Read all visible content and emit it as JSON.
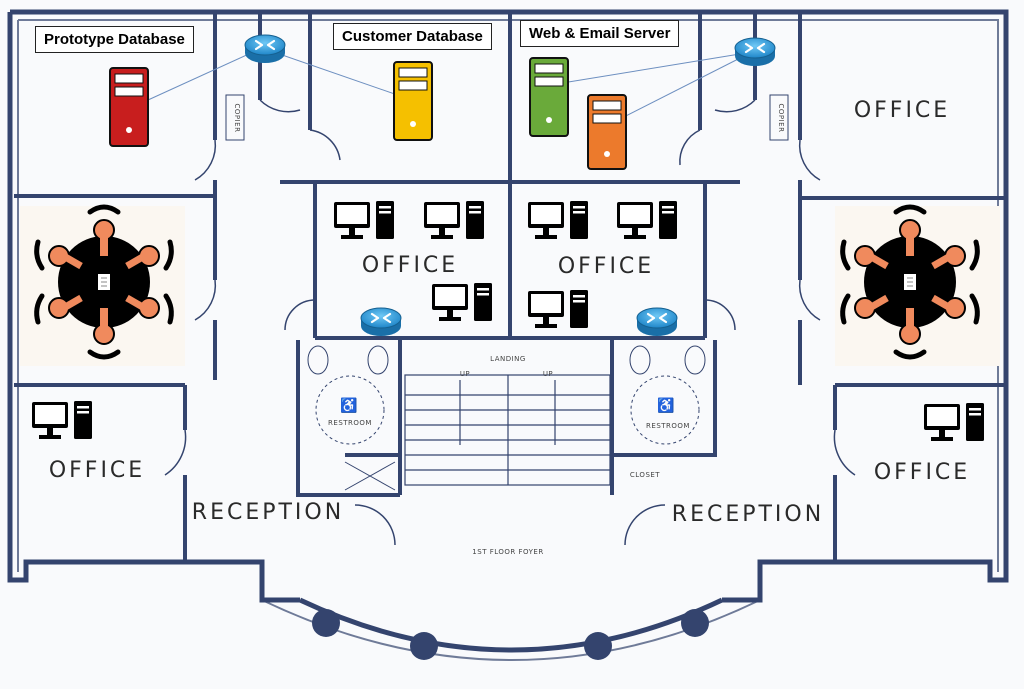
{
  "labels": {
    "prototype_db": "Prototype Database",
    "customer_db": "Customer Database",
    "web_email": "Web & Email Server"
  },
  "rooms": {
    "office_top_right": "OFFICE",
    "office_center_left": "OFFICE",
    "office_center_right": "OFFICE",
    "office_left": "OFFICE",
    "office_right": "OFFICE",
    "reception_left": "RECEPTION",
    "reception_right": "RECEPTION"
  },
  "plan_text": {
    "landing": "LANDING",
    "up_left": "UP",
    "up_right": "UP",
    "restroom_left": "RESTROOM",
    "restroom_right": "RESTROOM",
    "closet": "CLOSET",
    "copier_left": "COPIER",
    "copier_right": "COPIER",
    "foyer": "1ST FLOOR FOYER"
  },
  "colors": {
    "wall": "#34446e",
    "prototype_server": "#c81e1e",
    "customer_server": "#f5c000",
    "web_server": "#6aaa3a",
    "email_server": "#ec7a2c",
    "router": "#2f9fe0",
    "chair": "#f08a5d"
  }
}
